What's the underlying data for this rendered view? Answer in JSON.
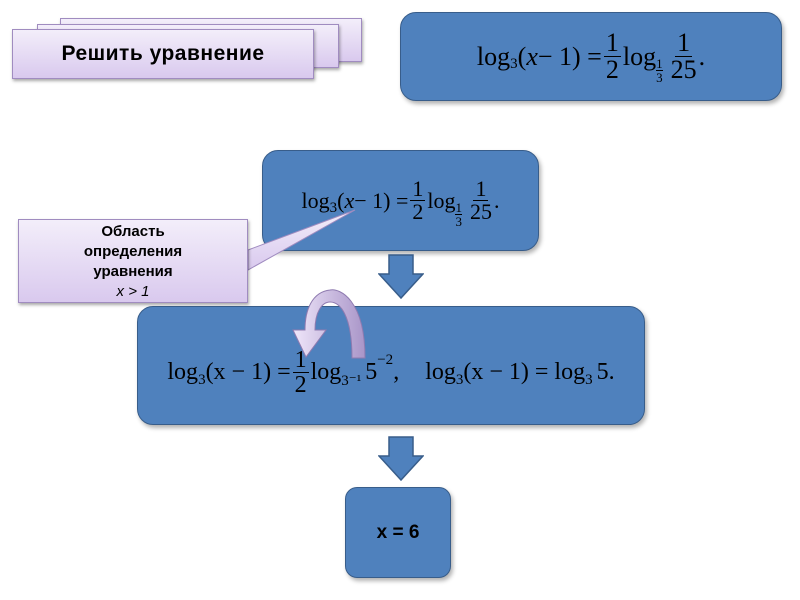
{
  "title": "Решить уравнение",
  "equation": {
    "lhs_log": "log",
    "lhs_base": "3",
    "lhs_arg_open": "(",
    "lhs_var": "x",
    "lhs_arg_rest": " − 1) = ",
    "coef_num": "1",
    "coef_den": "2",
    "rhs_log": "log",
    "rhs_base_num": "1",
    "rhs_base_den": "3",
    "arg_num": "1",
    "arg_den": "25",
    "end": "."
  },
  "callout": {
    "line1": "Область",
    "line2": "определения",
    "line3": "уравнения",
    "condition": "x > 1"
  },
  "step": {
    "a": "log",
    "a_base": "3",
    "a_arg": "(x − 1) = ",
    "coef_num": "1",
    "coef_den": "2",
    "b": "log",
    "b_base": "3⁻¹",
    "b_num": "5",
    "b_exp": "−2",
    "sep": ",",
    "c": "log",
    "c_base": "3",
    "c_arg": "(x − 1) = log",
    "c_base2": "3",
    "c_end": "5."
  },
  "answer": "x = 6",
  "colors": {
    "box": "#4f81bd",
    "border": "#385d8a",
    "card": "#e4d8f2"
  }
}
